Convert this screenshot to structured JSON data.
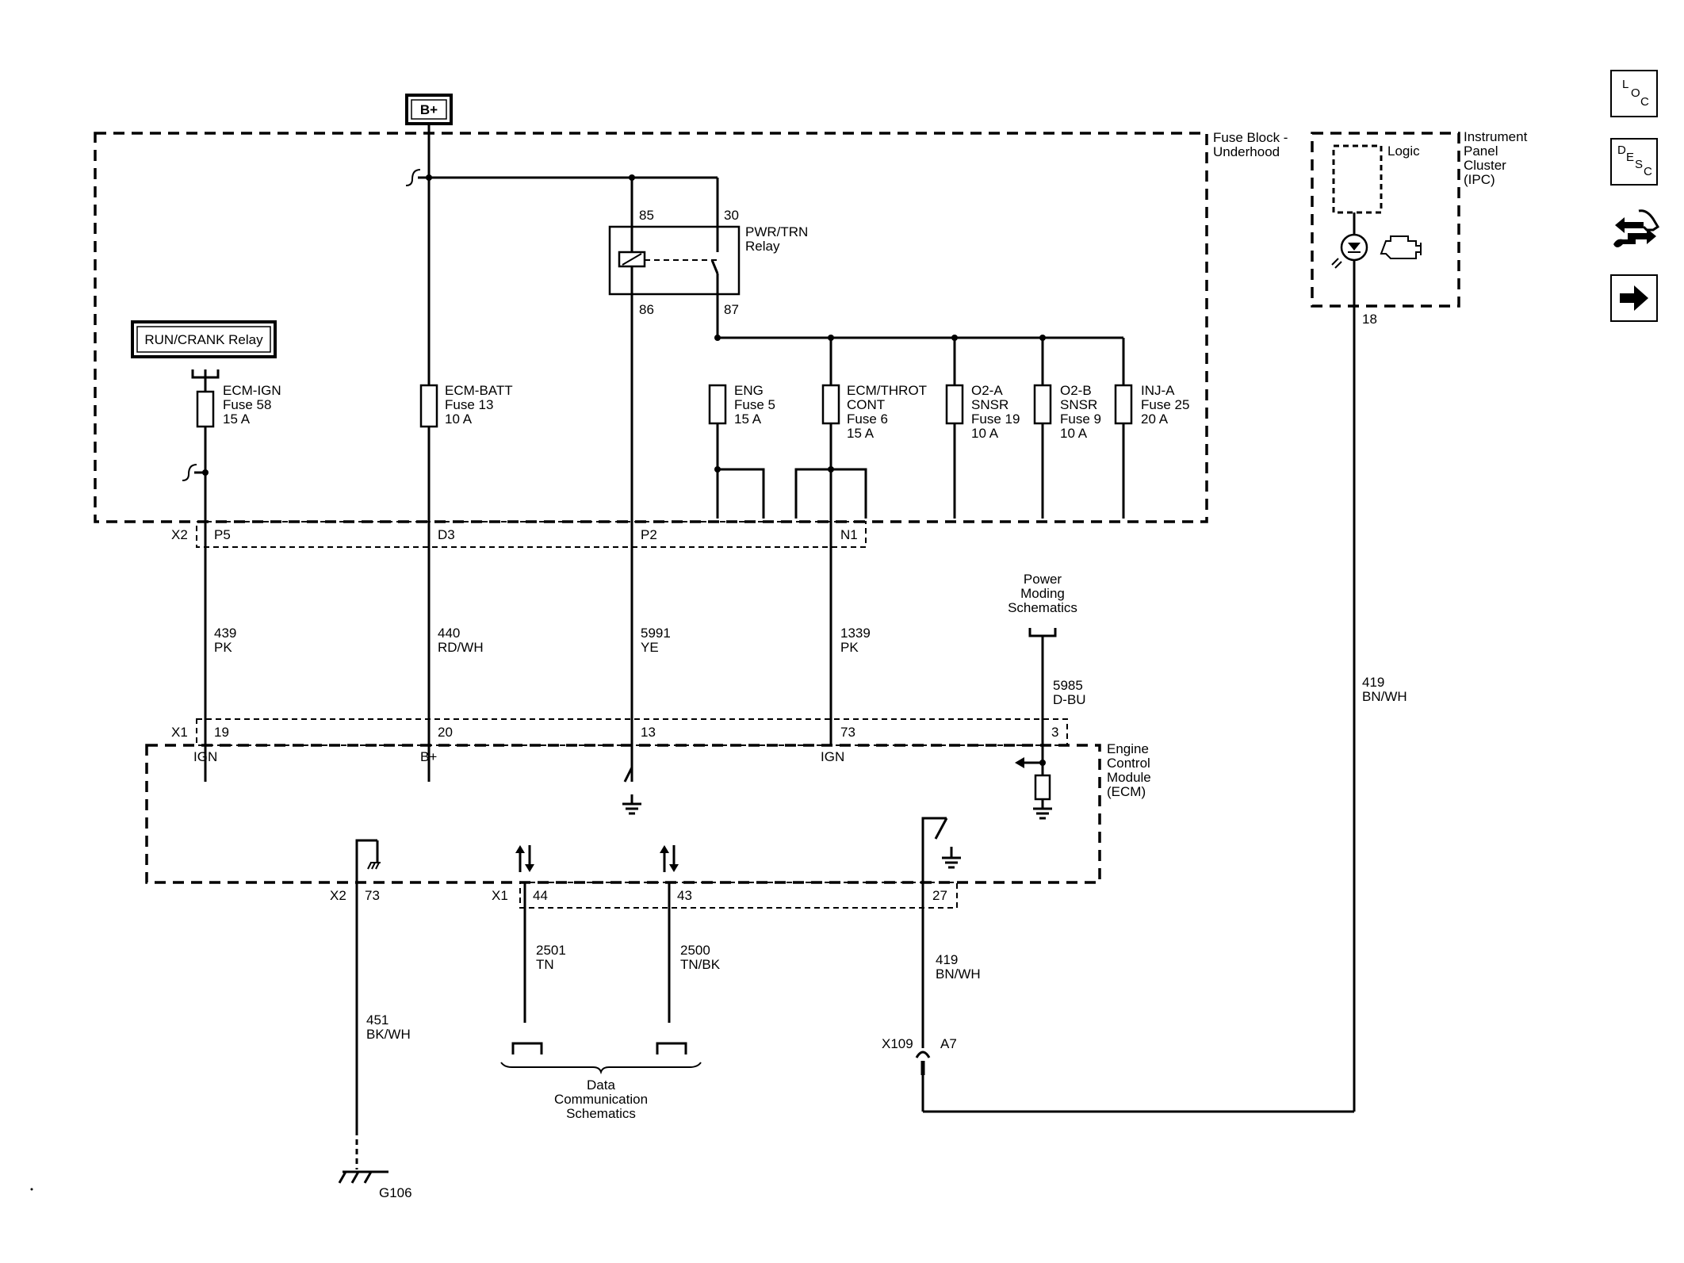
{
  "bplus": "B+",
  "fuse_block": {
    "line1": "Fuse Block -",
    "line2": "Underhood"
  },
  "ipc": {
    "line1": "Instrument",
    "line2": "Panel",
    "line3": "Cluster",
    "line4": "(IPC)",
    "logic": "Logic",
    "pin": "18"
  },
  "relay": {
    "line1": "PWR/TRN",
    "line2": "Relay",
    "p85": "85",
    "p30": "30",
    "p86": "86",
    "p87": "87"
  },
  "run_crank": "RUN/CRANK Relay",
  "fuses": [
    {
      "l1": "ECM-IGN",
      "l2": "Fuse 58",
      "l3": "15 A",
      "l4": ""
    },
    {
      "l1": "ECM-BATT",
      "l2": "Fuse 13",
      "l3": "10 A",
      "l4": ""
    },
    {
      "l1": "ENG",
      "l2": "Fuse 5",
      "l3": "15 A",
      "l4": ""
    },
    {
      "l1": "ECM/THROT",
      "l2": "CONT",
      "l3": "Fuse 6",
      "l4": "15 A"
    },
    {
      "l1": "O2-A",
      "l2": "SNSR",
      "l3": "Fuse 19",
      "l4": "10 A"
    },
    {
      "l1": "O2-B",
      "l2": "SNSR",
      "l3": "Fuse 9",
      "l4": "10 A"
    },
    {
      "l1": "INJ-A",
      "l2": "Fuse 25",
      "l3": "20 A",
      "l4": ""
    }
  ],
  "x2_fuse_conn": {
    "label": "X2",
    "pins": [
      "P5",
      "D3",
      "P2",
      "N1"
    ]
  },
  "wires_upper": [
    {
      "circuit": "439",
      "color": "PK"
    },
    {
      "circuit": "440",
      "color": "RD/WH"
    },
    {
      "circuit": "5991",
      "color": "YE"
    },
    {
      "circuit": "1339",
      "color": "PK"
    },
    {
      "circuit": "5985",
      "color": "D-BU"
    }
  ],
  "power_moding": {
    "l1": "Power",
    "l2": "Moding",
    "l3": "Schematics"
  },
  "ecm_x1_top": {
    "label": "X1",
    "pins": [
      "19",
      "20",
      "13",
      "73",
      "3"
    ],
    "funcs": [
      "IGN",
      "B+",
      "IGN"
    ]
  },
  "ecm": {
    "l1": "Engine",
    "l2": "Control",
    "l3": "Module",
    "l4": "(ECM)"
  },
  "ecm_bottom": {
    "x2": "X2",
    "x2pin": "73",
    "x1": "X1",
    "pins": [
      "44",
      "43",
      "27"
    ]
  },
  "wires_lower": [
    {
      "circuit": "451",
      "color": "BK/WH"
    },
    {
      "circuit": "2501",
      "color": "TN"
    },
    {
      "circuit": "2500",
      "color": "TN/BK"
    },
    {
      "circuit": "419",
      "color": "BN/WH"
    }
  ],
  "ipc_wire": {
    "circuit": "419",
    "color": "BN/WH"
  },
  "data_comm": {
    "l1": "Data",
    "l2": "Communication",
    "l3": "Schematics"
  },
  "inline": {
    "label": "X109",
    "pin": "A7"
  },
  "ground": "G106",
  "nav": {
    "loc": [
      "L",
      "O",
      "C"
    ],
    "desc": [
      "D",
      "E",
      "S",
      "C"
    ]
  }
}
